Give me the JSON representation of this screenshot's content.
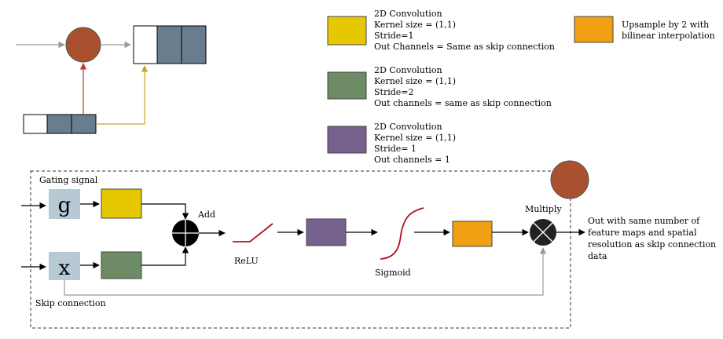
{
  "legend": {
    "yellow": {
      "color": "#e6c800",
      "lines": [
        "2D Convolution",
        "Kernel size = (1,1)",
        "Stride=1",
        "Out Channels = Same as skip connection"
      ]
    },
    "green": {
      "color": "#6d8b64",
      "lines": [
        "2D Convolution",
        "Kernel size = (1,1)",
        "Stride=2",
        "Out channels = same as skip connection"
      ]
    },
    "purple": {
      "color": "#77618e",
      "lines": [
        "2D Convolution",
        "Kernel size = (1,1)",
        "Stride= 1",
        "Out channels = 1"
      ]
    },
    "orange": {
      "color": "#f0a010",
      "lines": [
        "Upsample by 2 with",
        "bilinear interpolation"
      ]
    }
  },
  "diagram": {
    "gating_label": "Gating signal",
    "g_symbol": "g",
    "x_symbol": "x",
    "skip_label": "Skip connection",
    "add_label": "Add",
    "relu_label": "ReLU",
    "sigmoid_label": "Sigmoid",
    "multiply_label": "Multiply",
    "output_lines": [
      "Out with same number of",
      "feature maps and spatial",
      "resolution as skip connection",
      "data"
    ]
  },
  "colors": {
    "circle_fill": "#a9512e",
    "tensor_gray": "#6a7d8e",
    "input_box": "#b8c9d6",
    "multiply_fill": "#222222",
    "arrow_red": "#c0392b",
    "arrow_yellow": "#c8a820",
    "arrow_gray": "#999999",
    "curve_red": "#b01020"
  }
}
